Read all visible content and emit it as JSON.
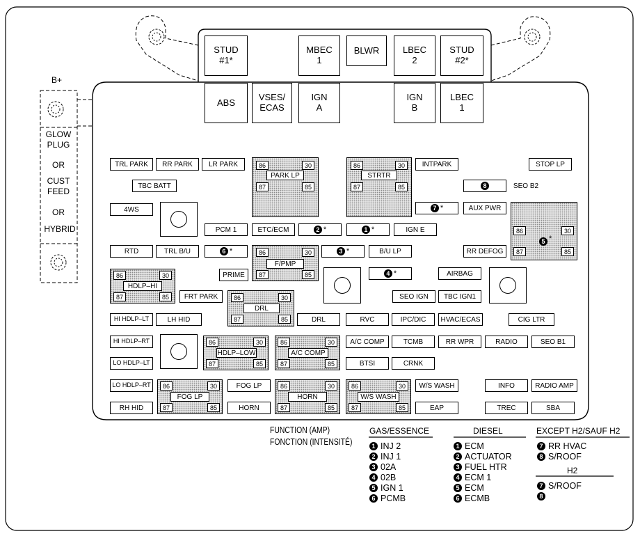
{
  "side": {
    "bplus": "B+",
    "lines": [
      "GLOW",
      "PLUG",
      "OR",
      "CUST",
      "FEED",
      "OR",
      "HYBRID"
    ]
  },
  "maxi_top": [
    "STUD\n#1*",
    "MBEC\n1",
    "BLWR",
    "LBEC\n2",
    "STUD\n#2*"
  ],
  "maxi_second": [
    "ABS",
    "VSES/\nECAS",
    "IGN\nA",
    "IGN\nB",
    "LBEC\n1"
  ],
  "fuses": {
    "trl_park": "TRL PARK",
    "rr_park": "RR PARK",
    "lr_park": "LR PARK",
    "intpark": "INTPARK",
    "stop_lp": "STOP LP",
    "tbc_batt": "TBC BATT",
    "seo_b2": "SEO B2",
    "fws": "4WS",
    "aux_pwr": "AUX PWR",
    "pcm1": "PCM 1",
    "etc_ecm": "ETC/ECM",
    "ign_e": "IGN E",
    "rtd": "RTD",
    "trl_bu": "TRL B/U",
    "bu_lp": "B/U LP",
    "rr_defog": "RR DEFOG",
    "prime": "PRIME",
    "airbag": "AIRBAG",
    "frt_park": "FRT PARK",
    "seo_ign": "SEO IGN",
    "tbc_ign1": "TBC IGN1",
    "hi_hdlp_lt": "HI HDLP–LT",
    "lh_hid": "LH HID",
    "drl_fuse": "DRL",
    "rvc": "RVC",
    "ipc_dic": "IPC/DIC",
    "hvac_ecas": "HVAC/ECAS",
    "cig_ltr": "CIG LTR",
    "hi_hdlp_rt": "HI HDLP–RT",
    "ac_comp": "A/C COMP",
    "tcmb": "TCMB",
    "rr_wpr": "RR WPR",
    "radio": "RADIO",
    "seo_b1": "SEO B1",
    "lo_hdlp_lt": "LO HDLP–LT",
    "btsi": "BTSI",
    "crnk": "CRNK",
    "lo_hdlp_rt": "LO HDLP–RT",
    "fog_lp": "FOG LP",
    "ws_wash": "W/S WASH",
    "info": "INFO",
    "radio_amp": "RADIO AMP",
    "rh_hid": "RH HID",
    "horn": "HORN",
    "eap": "EAP",
    "trec": "TREC",
    "sba": "SBA"
  },
  "relays": {
    "park_lp": "PARK LP",
    "strtr": "STRTR",
    "f_pmp": "F/PMP",
    "hdlp_hi": "HDLP–HI",
    "drl": "DRL",
    "hdlp_low": "HDLP–LOW",
    "ac_comp": "A/C COMP",
    "fog_lp": "FOG LP",
    "horn": "HORN",
    "ws_wash": "W/S WASH"
  },
  "pins": [
    "86",
    "30",
    "87",
    "85"
  ],
  "circled": {
    "c1": "1",
    "c2": "2",
    "c3": "3",
    "c4": "4",
    "c5": "5",
    "c6": "6",
    "c7": "7",
    "c8": "8",
    "star": "*"
  },
  "legend": {
    "title1": "FUNCTION (AMP)",
    "title2": "FONCTION (INTENSITÉ)",
    "gas_head": "GAS/ESSENCE",
    "gas": [
      [
        "1",
        "INJ 2"
      ],
      [
        "2",
        "INJ 1"
      ],
      [
        "3",
        "02A"
      ],
      [
        "4",
        "02B"
      ],
      [
        "5",
        "IGN 1"
      ],
      [
        "6",
        "PCMB"
      ]
    ],
    "diesel_head": "DIESEL",
    "diesel": [
      [
        "1",
        "ECM"
      ],
      [
        "2",
        "ACTUATOR"
      ],
      [
        "3",
        "FUEL HTR"
      ],
      [
        "4",
        "ECM 1"
      ],
      [
        "5",
        "ECM"
      ],
      [
        "6",
        "ECMB"
      ]
    ],
    "except_head": "EXCEPT H2/SAUF H2",
    "except": [
      [
        "7",
        "RR HVAC"
      ],
      [
        "8",
        "S/ROOF"
      ]
    ],
    "h2_head": "H2",
    "h2": [
      [
        "7",
        "S/ROOF"
      ],
      [
        "8",
        ""
      ]
    ]
  }
}
